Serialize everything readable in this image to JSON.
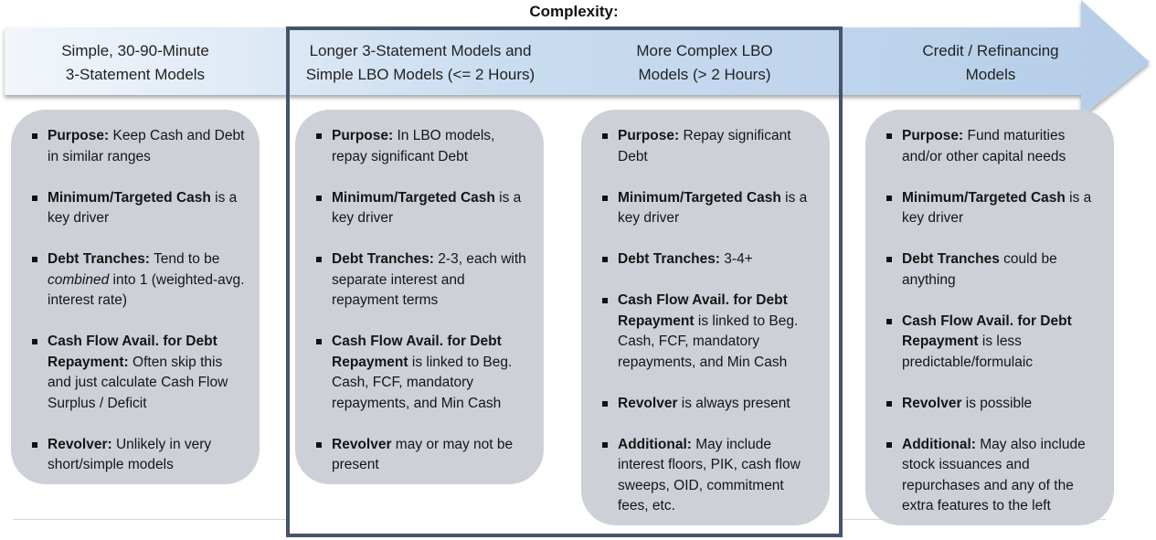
{
  "title": "Complexity:",
  "colors": {
    "frame": "#44546a",
    "card_bg": "#cdd1d7",
    "arrow_light": "#eef3f9",
    "arrow_dark": "#b8d0ea"
  },
  "stages": [
    {
      "header_line1": "Simple, 30-90-Minute",
      "header_line2": "3-Statement Models",
      "bullets": [
        {
          "bold": "Purpose:",
          "text": " Keep Cash and Debt in similar ranges"
        },
        {
          "bold": "Minimum/Targeted Cash",
          "text": " is a key driver"
        },
        {
          "bold": "Debt Tranches:",
          "text": " Tend to be ",
          "italic": "combined",
          "text2": " into 1 (weighted-avg. interest rate)"
        },
        {
          "bold": "Cash Flow Avail. for Debt Repayment:",
          "text": " Often skip this and just calculate Cash Flow Surplus / Deficit"
        },
        {
          "bold": "Revolver:",
          "text": " Unlikely in very short/simple models"
        }
      ]
    },
    {
      "header_line1": "Longer 3-Statement Models and",
      "header_line2": "Simple LBO Models (<= 2 Hours)",
      "bullets": [
        {
          "bold": "Purpose:",
          "text": " In LBO models, repay significant Debt"
        },
        {
          "bold": "Minimum/Targeted Cash",
          "text": " is a key driver"
        },
        {
          "bold": "Debt Tranches:",
          "text": " 2-3, each with separate interest and repayment terms"
        },
        {
          "bold": "Cash Flow Avail. for Debt Repayment",
          "text": " is linked to Beg. Cash, FCF, mandatory repayments, and Min Cash"
        },
        {
          "bold": "Revolver",
          "text": " may or may not be present"
        }
      ]
    },
    {
      "header_line1": "More Complex LBO",
      "header_line2": "Models (> 2 Hours)",
      "bullets": [
        {
          "bold": "Purpose:",
          "text": " Repay significant Debt"
        },
        {
          "bold": "Minimum/Targeted Cash",
          "text": " is a key driver"
        },
        {
          "bold": "Debt Tranches:",
          "text": " 3-4+"
        },
        {
          "bold": "Cash Flow Avail. for Debt Repayment",
          "text": " is linked to Beg. Cash, FCF, mandatory repayments, and Min Cash"
        },
        {
          "bold": "Revolver",
          "text": " is always present"
        },
        {
          "bold": "Additional:",
          "text": " May include interest floors, PIK, cash flow sweeps, OID, commitment fees, etc."
        }
      ]
    },
    {
      "header_line1": "Credit / Refinancing",
      "header_line2": "Models",
      "bullets": [
        {
          "bold": "Purpose:",
          "text": " Fund maturities and/or other capital needs"
        },
        {
          "bold": "Minimum/Targeted Cash",
          "text": " is a key driver"
        },
        {
          "bold": "Debt Tranches",
          "text": " could be anything"
        },
        {
          "bold": "Cash Flow Avail. for Debt Repayment",
          "text": " is less predictable/formulaic"
        },
        {
          "bold": "Revolver",
          "text": " is possible"
        },
        {
          "bold": "Additional:",
          "text": " May also include stock issuances and repurchases and any of the extra features to the left"
        }
      ]
    }
  ]
}
